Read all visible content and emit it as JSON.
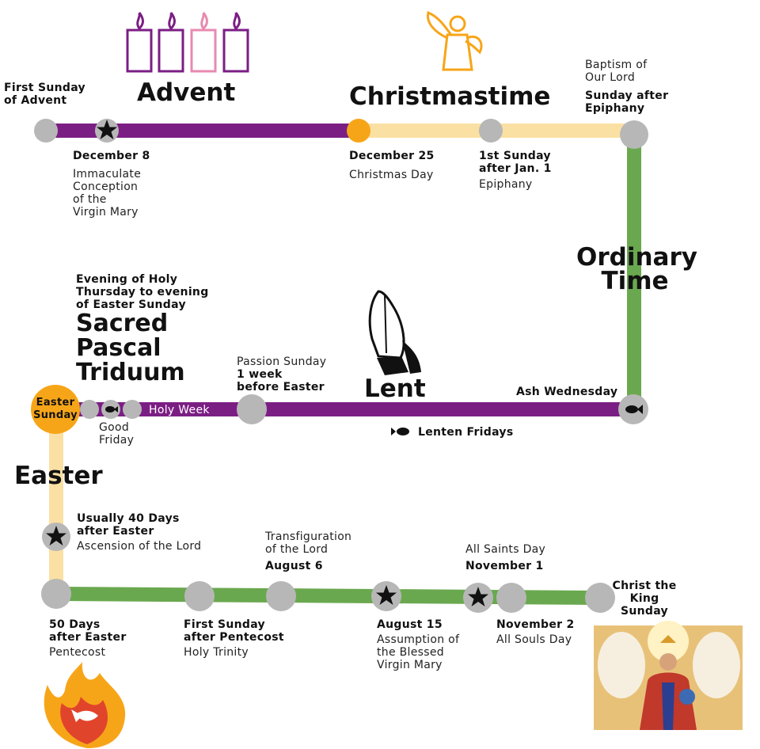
{
  "colors": {
    "advent": "#7b1e84",
    "christmas": "#fbe0a3",
    "ordinary": "#6aa84f",
    "easter": "#fbe0a3",
    "node": "#b7b7b7",
    "easter_node": "#f7a518",
    "candle_purple": "#7b1e84",
    "candle_pink": "#e88ab0",
    "angel": "#f7a518"
  },
  "seasons": {
    "advent": "Advent",
    "christmastime": "Christmastime",
    "ordinary_time": "Ordinary\nTime",
    "lent": "Lent",
    "triduum": "Sacred\nPascal\nTriduum",
    "easter": "Easter"
  },
  "events": {
    "first_sunday_advent": "First Sunday\nof Advent",
    "dec8_date": "December 8",
    "dec8_name": "Immaculate\nConception\nof the\nVirgin Mary",
    "dec25_date": "December 25",
    "dec25_name": "Christmas Day",
    "epiphany_date": "1st Sunday\nafter Jan. 1",
    "epiphany_name": "Epiphany",
    "baptism_name": "Baptism of\nOur Lord",
    "baptism_date": "Sunday after\nEpiphany",
    "triduum_time": "Evening of Holy\nThursday to evening\nof Easter Sunday",
    "passion_name": "Passion Sunday",
    "passion_date": "1 week\nbefore Easter",
    "ash_wednesday": "Ash Wednesday",
    "easter_sunday": "Easter\nSunday",
    "holy_week": "Holy Week",
    "good_friday": "Good\nFriday",
    "lenten_fridays": "Lenten Fridays",
    "ascension_date": "Usually 40 Days\nafter Easter",
    "ascension_name": "Ascension of the Lord",
    "transfiguration_name": "Transfiguration\nof the Lord",
    "transfiguration_date": "August 6",
    "all_saints_name": "All Saints Day",
    "all_saints_date": "November 1",
    "christ_king": "Christ the\nKing\nSunday",
    "pentecost_date": "50 Days\nafter Easter",
    "pentecost_name": "Pentecost",
    "trinity_date": "First Sunday\nafter Pentecost",
    "trinity_name": "Holy Trinity",
    "aug15_date": "August 15",
    "aug15_name": "Assumption of\nthe Blessed\nVirgin Mary",
    "nov2_date": "November 2",
    "nov2_name": "All Souls Day"
  }
}
